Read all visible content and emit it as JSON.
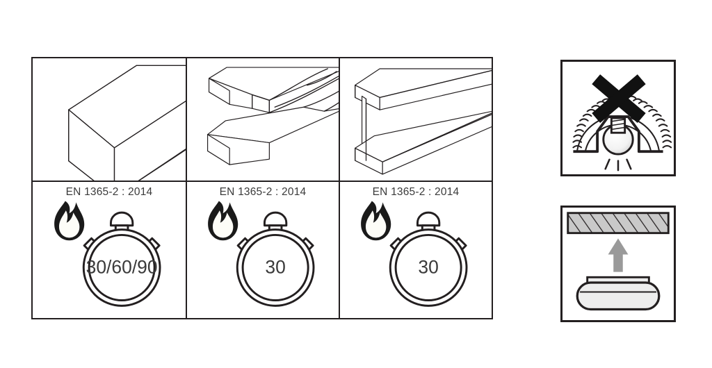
{
  "document": {
    "kind": "technical-pictogram-sheet",
    "background_color": "#ffffff",
    "line_color": "#231f20"
  },
  "main_grid": {
    "rows": 2,
    "columns": 3,
    "product_row": {
      "cells": [
        {
          "id": "single-beam",
          "icon_name": "single-rectangular-beam-isometric-icon",
          "description": "Single solid rectangular beam shown in isometric view"
        },
        {
          "id": "scarf-joint-beams",
          "icon_name": "two-beams-scarf-joint-icon",
          "description": "Two rectangular beams with profiled scarf joint faces"
        },
        {
          "id": "double-beam-web",
          "icon_name": "double-beam-with-web-icon",
          "description": "Two parallel beams connected by a vertical web plate"
        }
      ]
    },
    "rating_row": {
      "cells": [
        {
          "id": "rating-30-60-90",
          "standard": "EN 1365-2 : 2014",
          "flame_icon": "flame-icon",
          "stopwatch_icon": "stopwatch-icon",
          "minutes": "30/60/90"
        },
        {
          "id": "rating-30-a",
          "standard": "EN 1365-2 : 2014",
          "flame_icon": "flame-icon",
          "stopwatch_icon": "stopwatch-icon",
          "minutes": "30"
        },
        {
          "id": "rating-30-b",
          "standard": "EN 1365-2 : 2014",
          "flame_icon": "flame-icon",
          "stopwatch_icon": "stopwatch-icon",
          "minutes": "30"
        }
      ]
    }
  },
  "side_symbols": [
    {
      "id": "no-insulation-cover",
      "icon_name": "no-recessed-lamp-in-insulation-icon",
      "prohibition_mark": "cross-x-icon",
      "description": "Lamp recessed in ceiling surrounded by insulation, crossed out"
    },
    {
      "id": "ceiling-surface-mount",
      "icon_name": "surface-ceiling-mount-luminaire-icon",
      "arrow": "up-arrow-icon",
      "description": "Luminaire mounted upward against a hatched ceiling"
    }
  ],
  "colors": {
    "line": "#231f20",
    "caption_text": "#3a3a3a",
    "hatch_fill": "#c9c9c9",
    "arrow_fill": "#9a9a9a",
    "lamp_fill": "#ededed"
  }
}
